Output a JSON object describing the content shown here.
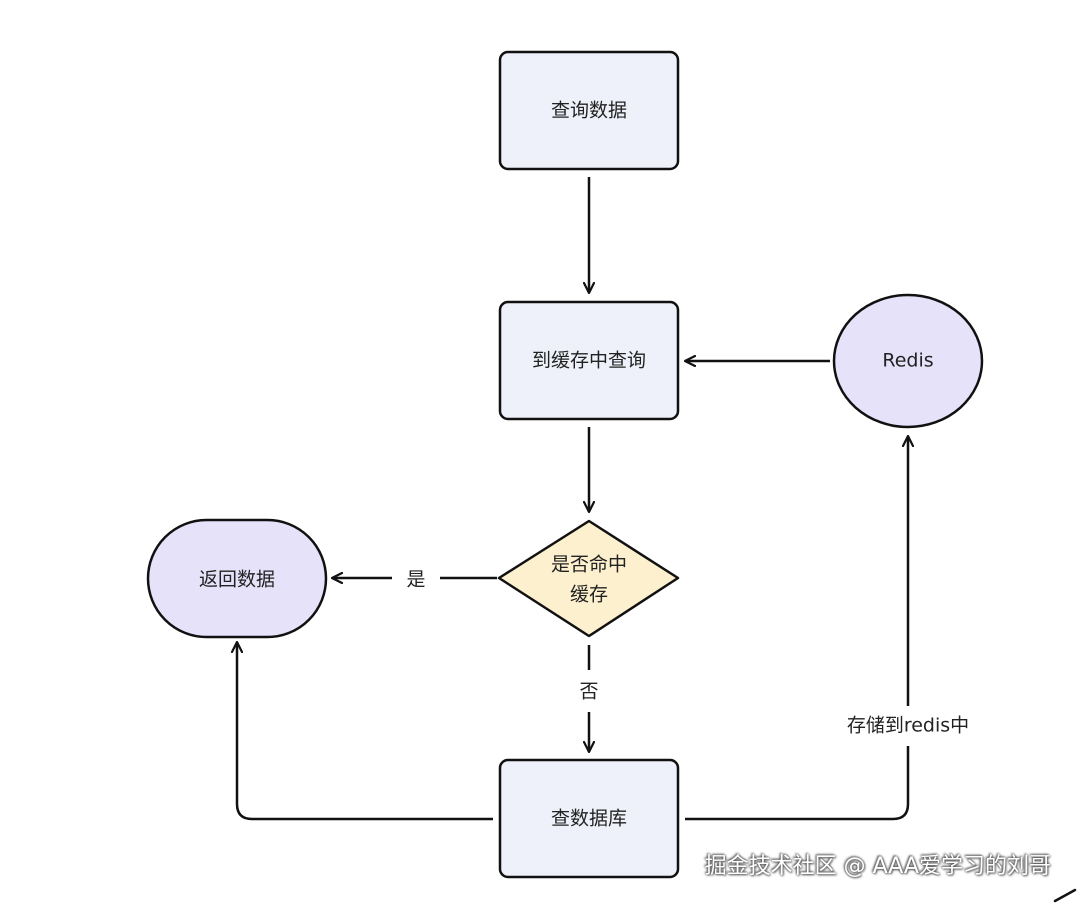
{
  "nodes": {
    "query_data": "查询数据",
    "query_cache": "到缓存中查询",
    "redis": "Redis",
    "hit_cache_line1": "是否命中",
    "hit_cache_line2": "缓存",
    "return_data": "返回数据",
    "query_db": "查数据库"
  },
  "edges": {
    "yes": "是",
    "no": "否",
    "store_redis": "存储到redis中"
  },
  "watermark": "掘金技术社区 @ AAA爱学习的刘哥",
  "colors": {
    "rect_fill": "#EEF1F9",
    "oval_fill": "#E6E2FA",
    "diamond_fill": "#FDF0CF",
    "stroke": "#111111"
  }
}
